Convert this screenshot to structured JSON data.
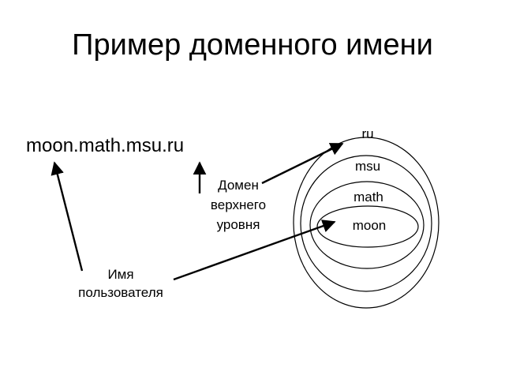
{
  "title": "Пример доменного имени",
  "domain_name": "moon.math.msu.ru",
  "labels": {
    "tld_lines": [
      "Домен",
      "верхнего",
      "уровня"
    ],
    "user_lines": [
      "Имя",
      "пользователя"
    ]
  },
  "zones": {
    "ru": "ru",
    "msu": "msu",
    "math": "math",
    "moon": "moon"
  }
}
